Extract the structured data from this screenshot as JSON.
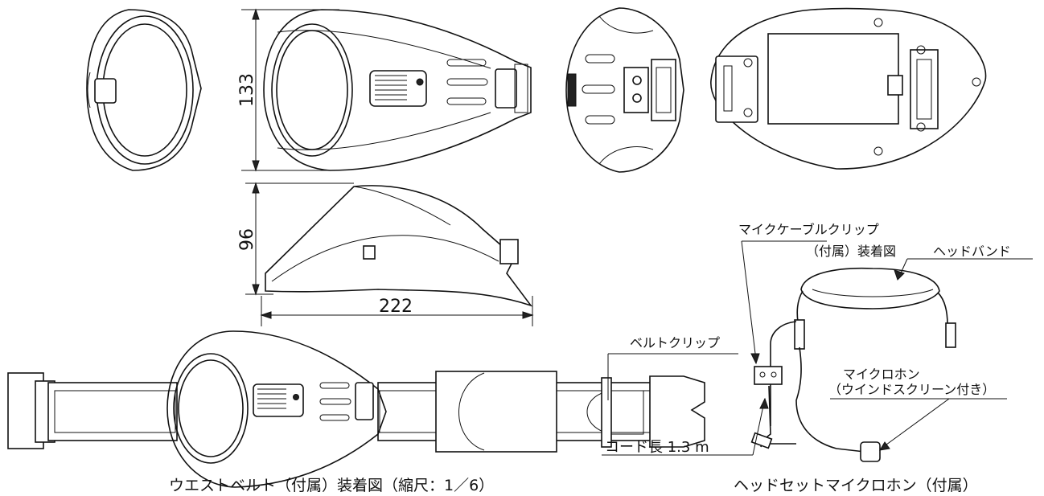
{
  "dimensions": {
    "height_front": "133",
    "height_side": "96",
    "width_side": "222"
  },
  "labels": {
    "belt_clip": "ベルトクリップ",
    "mic_cable_clip": "マイクケーブルクリップ",
    "mic_cable_clip_sub": "（付属）装着図",
    "headband": "ヘッドバンド",
    "microphone": "マイクロホン",
    "microphone_sub": "（ウインドスクリーン付き）",
    "cord_length": "コード長 1.3 m"
  },
  "captions": {
    "waist_belt": "ウエストベルト（付属）装着図（縮尺：1／6）",
    "headset": "ヘッドセットマイクロホン（付属）"
  }
}
